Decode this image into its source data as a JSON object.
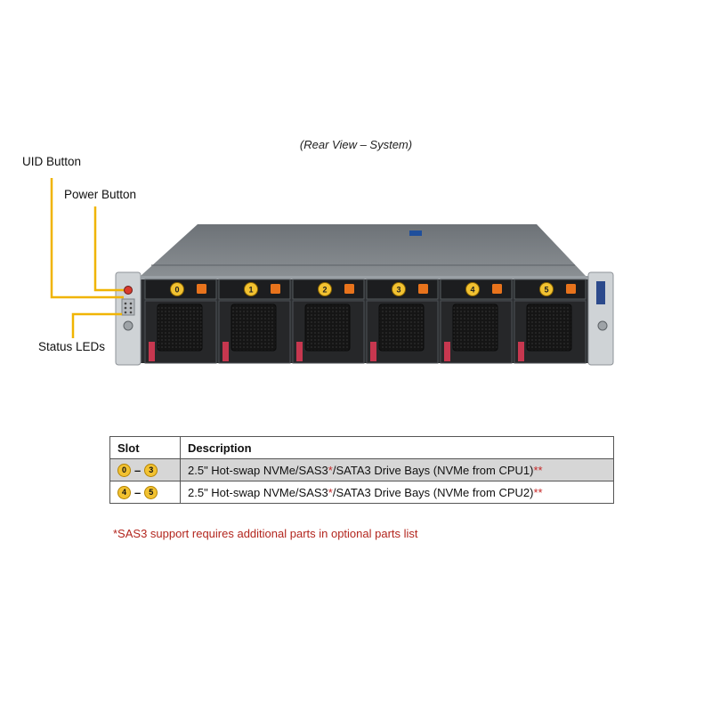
{
  "caption": "(Rear View – System)",
  "callouts": {
    "uid_button": "UID Button",
    "power_button": "Power Button",
    "status_leds": "Status LEDs"
  },
  "drive_bay_numbers": [
    "0",
    "1",
    "2",
    "3",
    "4",
    "5"
  ],
  "table": {
    "headers": [
      "Slot",
      "Description"
    ],
    "rows": [
      {
        "slot_start": "0",
        "slot_dash": "–",
        "slot_end": "3",
        "desc_main": "2.5\" Hot-swap  NVMe/SAS3",
        "desc_mark1": "*",
        "desc_rest": "/SATA3 Drive Bays (NVMe from CPU1)",
        "desc_mark2": "**"
      },
      {
        "slot_start": "4",
        "slot_dash": "–",
        "slot_end": "5",
        "desc_main": "2.5\" Hot-swap  NVMe/SAS3",
        "desc_mark1": "*",
        "desc_rest": "/SATA3 Drive Bays (NVMe from CPU2)",
        "desc_mark2": "**"
      }
    ]
  },
  "footnote": "*SAS3 support requires additional parts in optional parts list",
  "colors": {
    "callout_line": "#f0b400",
    "badge": "#f2c231",
    "accent_orange": "#e8731c",
    "note_red": "#b3261e"
  }
}
